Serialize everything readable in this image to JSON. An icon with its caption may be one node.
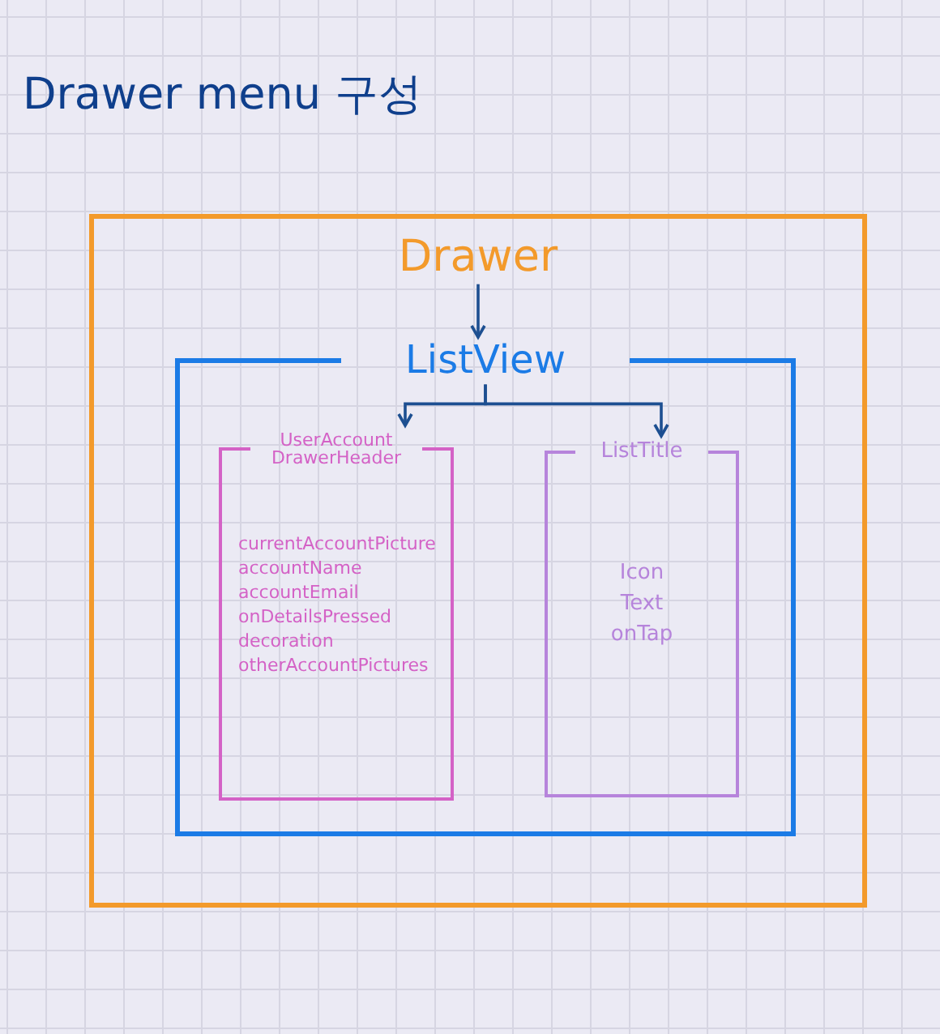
{
  "diagram": {
    "title": "Drawer menu 구성",
    "nodes": [
      {
        "text": [
          "Drawer"
        ]
      },
      {
        "text": [
          "ListView"
        ],
        "in": 0
      },
      {
        "text": [
          "UserAccount DrawerHeader",
          "currentAccountPicture",
          "accountName",
          "accountEmail",
          "onDetailsPressed",
          "decoration",
          "otherAccountPictures"
        ],
        "in": 1
      },
      {
        "text": [
          "ListTitle",
          "Icon",
          "Text",
          "onTap"
        ],
        "in": 1
      }
    ],
    "edges": [
      {
        "from": 0,
        "to": 1,
        "arrow": "to"
      },
      {
        "from": 1,
        "to": 2,
        "arrow": "to"
      },
      {
        "from": 1,
        "to": 3,
        "arrow": "to"
      }
    ]
  }
}
